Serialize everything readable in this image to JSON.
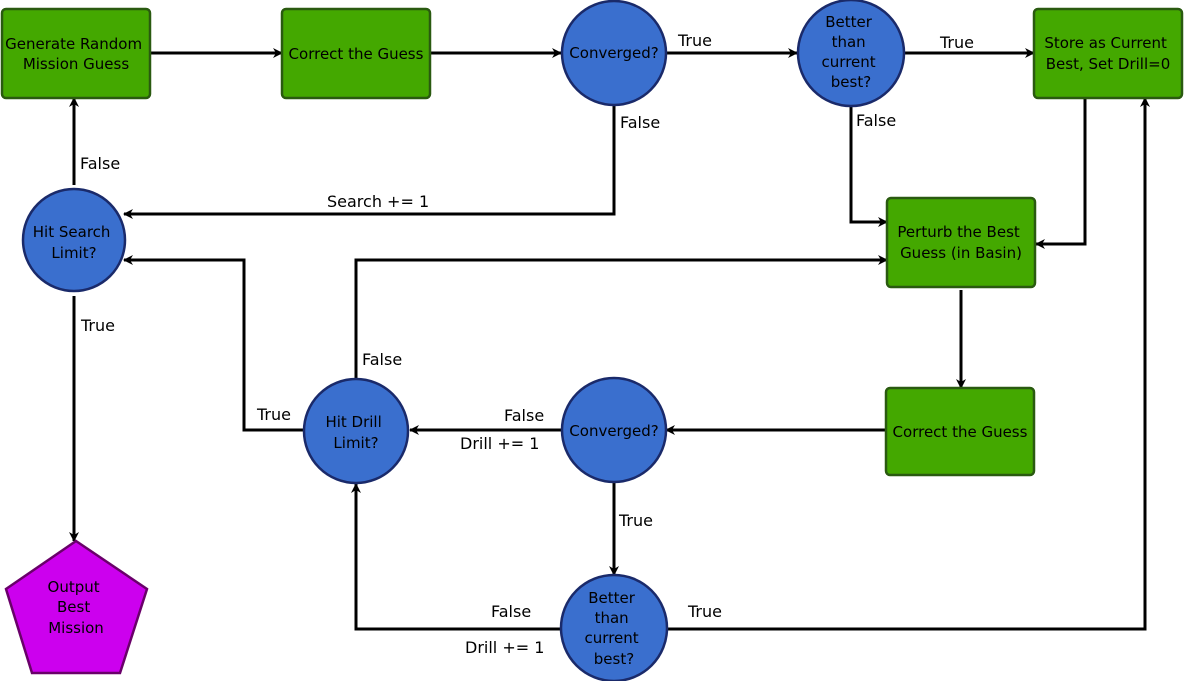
{
  "nodes": {
    "generate": [
      "Generate Random",
      "Mission Guess"
    ],
    "correct_top": [
      "Correct the Guess"
    ],
    "converged_top": [
      "Converged?"
    ],
    "better_top": [
      "Better",
      "than",
      "current",
      "best?"
    ],
    "store": [
      "Store as Current",
      "Best, Set Drill=0"
    ],
    "hit_search": [
      "Hit Search",
      "Limit?"
    ],
    "perturb": [
      "Perturb the Best",
      "Guess (in Basin)"
    ],
    "correct_bottom": [
      "Correct the Guess"
    ],
    "converged_bottom": [
      "Converged?"
    ],
    "hit_drill": [
      "Hit Drill",
      "Limit?"
    ],
    "better_bottom": [
      "Better",
      "than",
      "current",
      "best?"
    ],
    "output": [
      "Output",
      "Best",
      "Mission"
    ]
  },
  "edge_labels": {
    "conv_top_true": "True",
    "better_top_true": "True",
    "conv_top_false": "False",
    "better_top_false": "False",
    "search_increment": "Search += 1",
    "hit_search_false": "False",
    "hit_search_true": "True",
    "hit_drill_false": "False",
    "hit_drill_true": "True",
    "conv_bottom_false": "False",
    "drill_increment_1": "Drill += 1",
    "conv_bottom_true": "True",
    "better_bottom_false": "False",
    "drill_increment_2": "Drill += 1",
    "better_bottom_true": "True"
  },
  "colors": {
    "process_box": "#44a800",
    "decision_circle": "#3a6fce",
    "output_pentagon": "#cc00ee"
  }
}
